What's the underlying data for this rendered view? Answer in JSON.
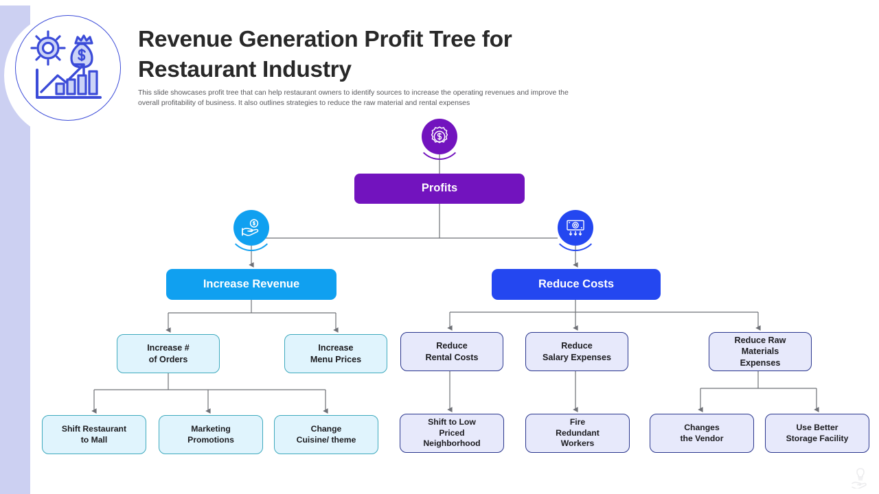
{
  "header": {
    "title": "Revenue Generation Profit Tree for Restaurant Industry",
    "subtitle": "This slide showcases profit tree that can help restaurant owners to identify sources to increase the operating revenues and improve the overall profitability of business. It also outlines strategies to reduce the raw material and rental expenses",
    "icon": "growth-chart-money-bag-gear-icon"
  },
  "colors": {
    "profit_purple": "#7213be",
    "revenue_blue": "#10a0f0",
    "cost_blue": "#2447f0",
    "cyan_fill": "#e0f4fd",
    "cyan_border": "#3da9bd",
    "lavender_fill": "#e7e9fb",
    "lavender_border": "#28348c",
    "connector_gray": "#6e7076",
    "left_band": "#ccd0f2"
  },
  "tree": {
    "root": {
      "label": "Profits",
      "icon": "gear-dollar-icon"
    },
    "branches": [
      {
        "label": "Increase Revenue",
        "icon": "hand-holding-coin-icon",
        "children": [
          {
            "label": "Increase #\nof Orders",
            "line1": "Increase #",
            "line2": "of Orders",
            "children": [
              {
                "line1": "Shift Restaurant",
                "line2": "to Mall"
              },
              {
                "line1": "Marketing",
                "line2": "Promotions"
              },
              {
                "line1": "Change",
                "line2": "Cuisine/ theme"
              }
            ]
          },
          {
            "line1": "Increase",
            "line2": "Menu Prices",
            "children": []
          }
        ]
      },
      {
        "label": "Reduce Costs",
        "icon": "banknote-arrows-down-icon",
        "children": [
          {
            "line1": "Reduce",
            "line2": "Rental Costs",
            "children": [
              {
                "line1": "Shift to Low",
                "line2": "Priced",
                "line3": "Neighborhood"
              }
            ]
          },
          {
            "line1": "Reduce",
            "line2": "Salary Expenses",
            "children": [
              {
                "line1": "Fire",
                "line2": "Redundant",
                "line3": "Workers"
              }
            ]
          },
          {
            "line1": "Reduce Raw",
            "line2": "Materials",
            "line3": "Expenses",
            "children": [
              {
                "line1": "Changes",
                "line2": "the Vendor"
              },
              {
                "line1": "Use Better",
                "line2": "Storage Facility"
              }
            ]
          }
        ]
      }
    ]
  },
  "watermark": {
    "icon": "hand-holding-lightbulb-icon"
  }
}
